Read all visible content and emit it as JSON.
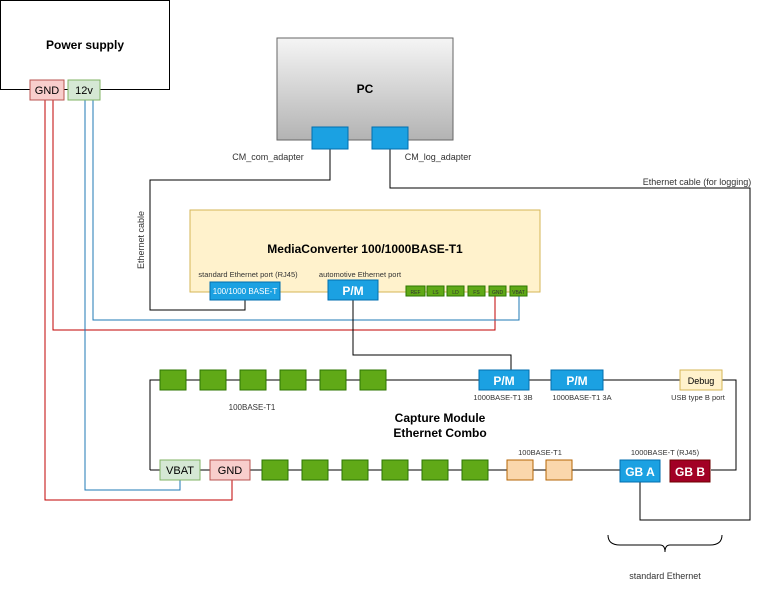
{
  "power_supply": {
    "title": "Power supply",
    "gnd": "GND",
    "v12": "12v"
  },
  "pc": {
    "title": "PC",
    "com_adapter": "CM_com_adapter",
    "log_adapter": "CM_log_adapter"
  },
  "cables": {
    "ethernet": "Ethernet cable",
    "logging": "Ethernet cable (for logging)"
  },
  "media_converter": {
    "title": "MediaConverter 100/1000BASE-T1",
    "std_port_label": "standard Ethernet port (RJ45)",
    "auto_port_label": "automotive Ethernet port",
    "std_port": "100/1000 BASE-T",
    "auto_port": "P/M",
    "pins": [
      "REF",
      "LS",
      "LD",
      "FS",
      "GND",
      "VBAT"
    ]
  },
  "capture_module": {
    "title_line1": "Capture Module",
    "title_line2": "Ethernet Combo",
    "t1_label_top": "100BASE-T1",
    "pm_3b": "P/M",
    "pm_3b_label": "1000BASE-T1  3B",
    "pm_3a": "P/M",
    "pm_3a_label": "1000BASE-T1  3A",
    "debug": "Debug",
    "debug_label": "USB type B port",
    "vbat": "VBAT",
    "gnd": "GND",
    "t1_label_bottom": "100BASE-T1",
    "rj45_label": "1000BASE-T (RJ45)",
    "gb_a": "GB A",
    "gb_b": "GB B"
  },
  "brace_label": "standard Ethernet",
  "colors": {
    "blue": "#1ba1e2",
    "green": "#60a917",
    "red_fill": "#f8cecc",
    "green_fill": "#d5e8d4",
    "yellow": "#fff2cc",
    "orange": "#fad7ac",
    "dark_red": "#a20025",
    "wire_red": "#c00000",
    "wire_blue": "#1f78b4"
  }
}
